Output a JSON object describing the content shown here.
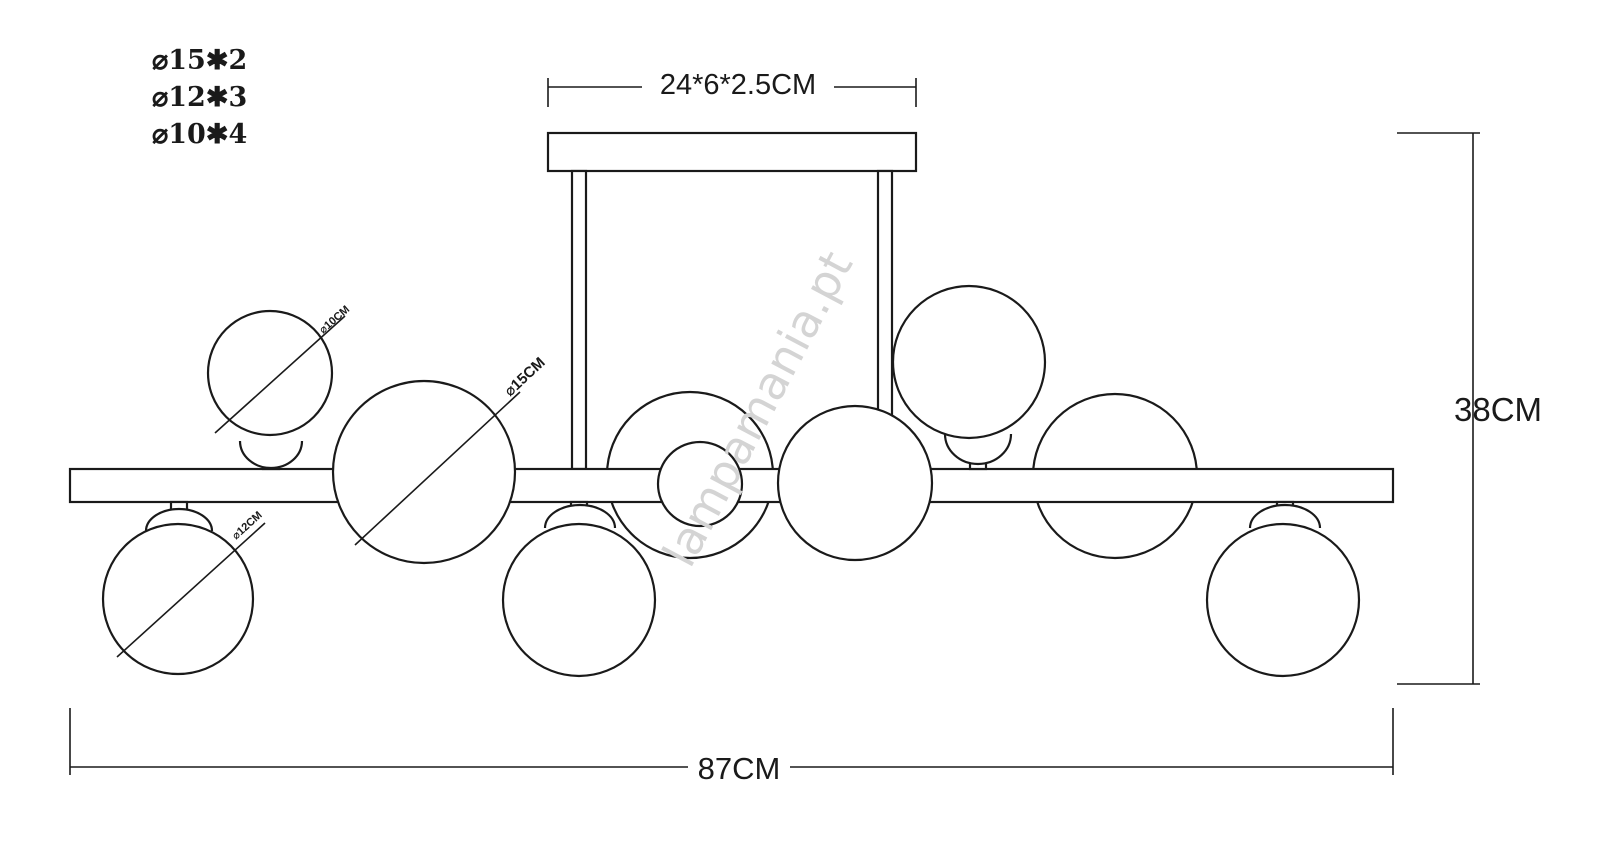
{
  "legend": [
    {
      "text": "⌀15✱2"
    },
    {
      "text": "⌀12✱3"
    },
    {
      "text": "⌀10✱4"
    }
  ],
  "dimensions": {
    "canopy": "24*6*2.5CM",
    "height": "38CM",
    "width": "87CM"
  },
  "callouts": {
    "small_globe": "⌀10CM",
    "large_globe": "⌀15CM",
    "medium_globe": "⌀12CM"
  },
  "watermark": "lampamania.pt",
  "colors": {
    "line": "#1a1a1a",
    "background": "#ffffff",
    "watermark": "#d4d4d4"
  }
}
